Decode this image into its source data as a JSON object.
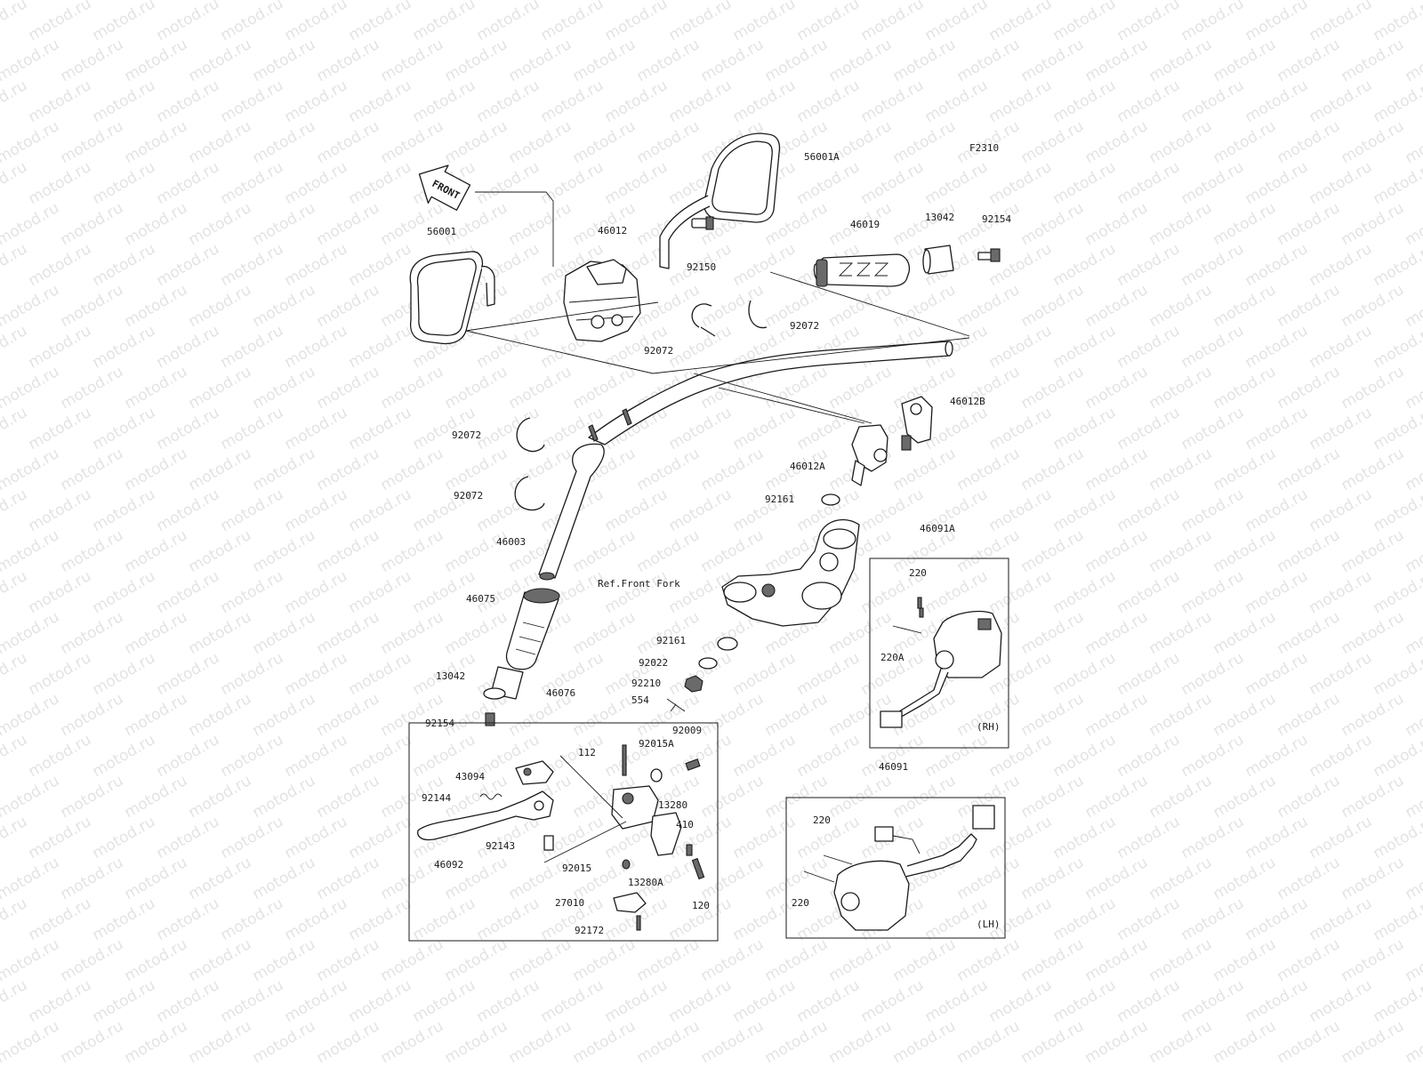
{
  "figure": {
    "code": "F2310",
    "front_label": "FRONT",
    "watermark": "motod.ru"
  },
  "callouts": [
    "56001A",
    "56001",
    "46012",
    "46019",
    "13042",
    "92154",
    "92150",
    "92072",
    "92072",
    "46012B",
    "92072",
    "46012A",
    "92072",
    "92161",
    "46091A",
    "46003",
    "220",
    "Ref.Front Fork",
    "46075",
    "92161",
    "220A",
    "92022",
    "13042",
    "92210",
    "554",
    "46076",
    "92154",
    "(RH)",
    "92009",
    "92015A",
    "112",
    "46091",
    "43094",
    "13280",
    "92144",
    "220",
    "410",
    "92143",
    "46092",
    "92015",
    "13280A",
    "220",
    "27010",
    "120",
    "(LH)",
    "92172"
  ]
}
